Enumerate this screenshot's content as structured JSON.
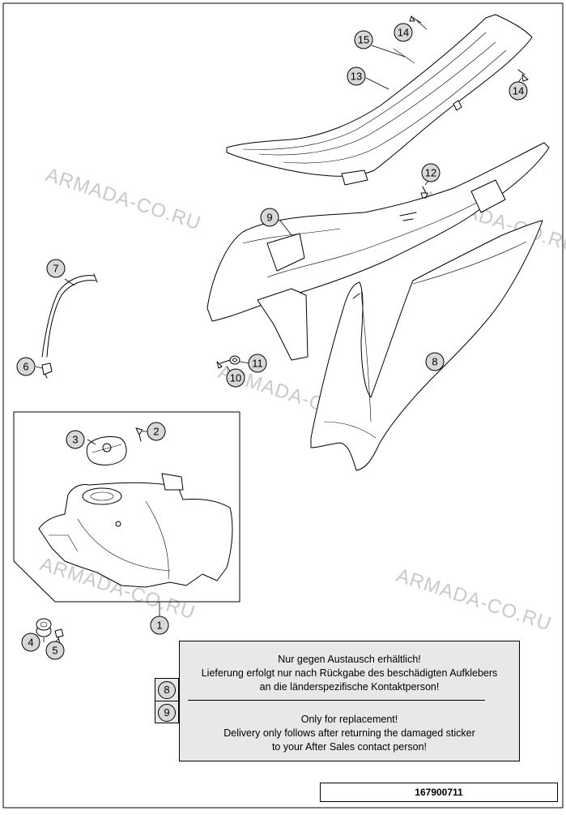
{
  "diagram": {
    "callouts": [
      {
        "id": "c1",
        "label": "1"
      },
      {
        "id": "c2",
        "label": "2"
      },
      {
        "id": "c3",
        "label": "3"
      },
      {
        "id": "c4",
        "label": "4"
      },
      {
        "id": "c5",
        "label": "5"
      },
      {
        "id": "c6",
        "label": "6"
      },
      {
        "id": "c7",
        "label": "7"
      },
      {
        "id": "c8",
        "label": "8"
      },
      {
        "id": "c9",
        "label": "9"
      },
      {
        "id": "c10",
        "label": "10"
      },
      {
        "id": "c11",
        "label": "11"
      },
      {
        "id": "c12",
        "label": "12"
      },
      {
        "id": "c13",
        "label": "13"
      },
      {
        "id": "c14a",
        "label": "14"
      },
      {
        "id": "c14b",
        "label": "14"
      },
      {
        "id": "c15",
        "label": "15"
      }
    ],
    "watermark": "ARMADA-CO.RU"
  },
  "note": {
    "refs": [
      "8",
      "9"
    ],
    "german": [
      "Nur gegen Austausch erhältlich!",
      "Lieferung erfolgt nur nach Rückgabe des beschädigten Aufklebers",
      "an die länderspezifische Kontaktperson!"
    ],
    "english": [
      "Only for replacement!",
      "Delivery only follows after returning the damaged sticker",
      "to your After Sales contact person!"
    ]
  },
  "document": {
    "number": "167900711"
  }
}
